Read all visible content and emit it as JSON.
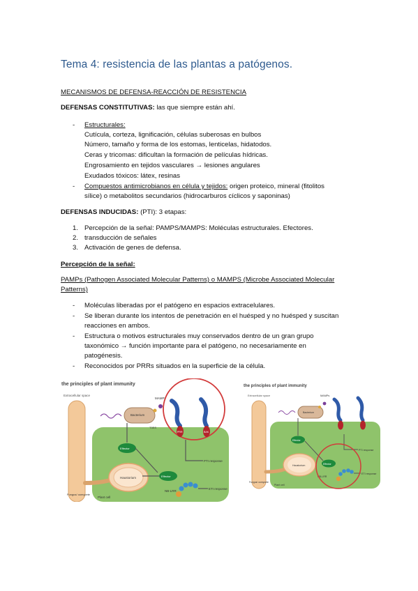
{
  "title": "Tema 4: resistencia de las plantas a patógenos.",
  "section_heading": "MECANISMOS DE DEFENSA-REACCIÓN DE RESISTENCIA",
  "constitutive": {
    "label": "DEFENSAS CONSTITUTIVAS:",
    "text": " las que siempre están ahí.",
    "structural_label": "Estructurales:",
    "structural_lines": [
      "Cutícula, corteza, lignificación, células suberosas en bulbos",
      "Número, tamaño y forma de los estomas, lenticelas, hidatodos.",
      "Ceras y tricomas: dificultan la formación de películas hídricas.",
      "Engrosamiento en tejidos vasculares → lesiones angulares",
      "Exudados tóxicos: látex, resinas"
    ],
    "compounds_label": "Compuestos antimicrobianos en célula y tejidos:",
    "compounds_text": " origen proteico, mineral (fitolitos",
    "compounds_line2": "sílice) o metabolitos secundarios (hidrocarburos cíclicos y saponinas)"
  },
  "induced": {
    "label": "DEFENSAS INDUCIDAS:",
    "text": " (PTI): 3 etapas:",
    "steps": [
      {
        "num": "1.",
        "text": "Percepción de la señal: PAMPS/MAMPS: Moléculas estructurales. Efectores."
      },
      {
        "num": "2.",
        "text": "transducción de señales"
      },
      {
        "num": "3.",
        "text": "Activación de genes de defensa."
      }
    ]
  },
  "perception": {
    "heading": "Percepción de la señal:",
    "pamps_line1": "PAMPs (Pathogen Associated Molecular Patterns) o MAMPS (Microbe Associated Molecular",
    "pamps_line2": "Patterns)",
    "bullets": [
      [
        "Moléculas liberadas por el patógeno en espacios extracelulares."
      ],
      [
        "Se liberan durante los intentos de penetración en el huésped y no huésped y suscitan",
        "reacciones en ambos."
      ],
      [
        "Estructura o motivos estructurales muy conservados dentro de un gran grupo",
        "taxonómico → función importante para el patógeno, no necesariamente en",
        "patogénesis."
      ],
      [
        "Reconocidos por PRRs situados en la superficie de la célula."
      ]
    ]
  },
  "figure": {
    "title": "the principles of plant immunity",
    "extracellular": "Extracellular space",
    "mamps": "MAMPs",
    "bacterium": "Bacterium",
    "t3ss": "T3SS",
    "prr": "PRR",
    "effector": "Effector",
    "haustorium": "Haustorium",
    "nblrr": "NB-LRR",
    "pti": "PTI response",
    "eti": "ETI response",
    "fungus": "Fungus/ oomycete",
    "plant_cell": "Plant cell",
    "small_title": "the principles of plant immunity"
  },
  "colors": {
    "title": "#2e5a8e",
    "plant_cell": "#8fc36b",
    "fungus": "#f3c99a",
    "effector": "#1e8a3c",
    "prr": "#b3242a",
    "circle": "#d23a3a"
  }
}
